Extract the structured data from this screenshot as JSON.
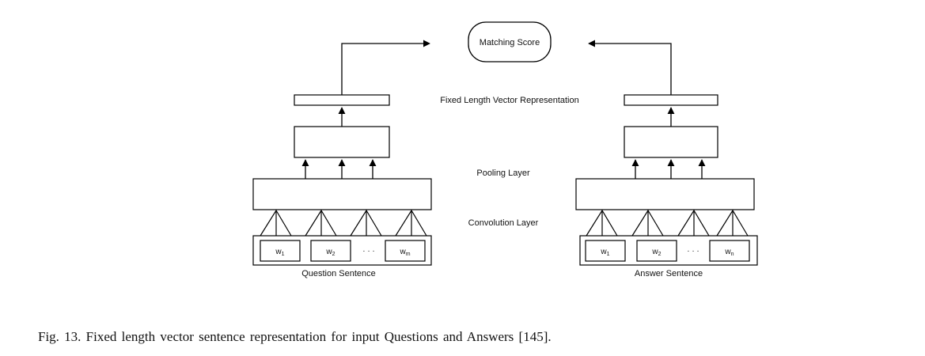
{
  "diagram": {
    "matching_score": "Matching Score",
    "fixed_length_label": "Fixed Length Vector Representation",
    "pooling_label": "Pooling Layer",
    "convolution_label": "Convolution Layer",
    "question": {
      "label": "Question Sentence",
      "words": [
        {
          "base": "w",
          "sub": "1"
        },
        {
          "base": "w",
          "sub": "2"
        },
        {
          "base": "w",
          "sub": "m"
        }
      ],
      "ellipsis": "· · ·"
    },
    "answer": {
      "label": "Answer Sentence",
      "words": [
        {
          "base": "w",
          "sub": "1"
        },
        {
          "base": "w",
          "sub": "2"
        },
        {
          "base": "w",
          "sub": "n"
        }
      ],
      "ellipsis": "· · ·"
    }
  },
  "caption": "Fig. 13.  Fixed length vector sentence representation for input Questions and Answers [145]."
}
